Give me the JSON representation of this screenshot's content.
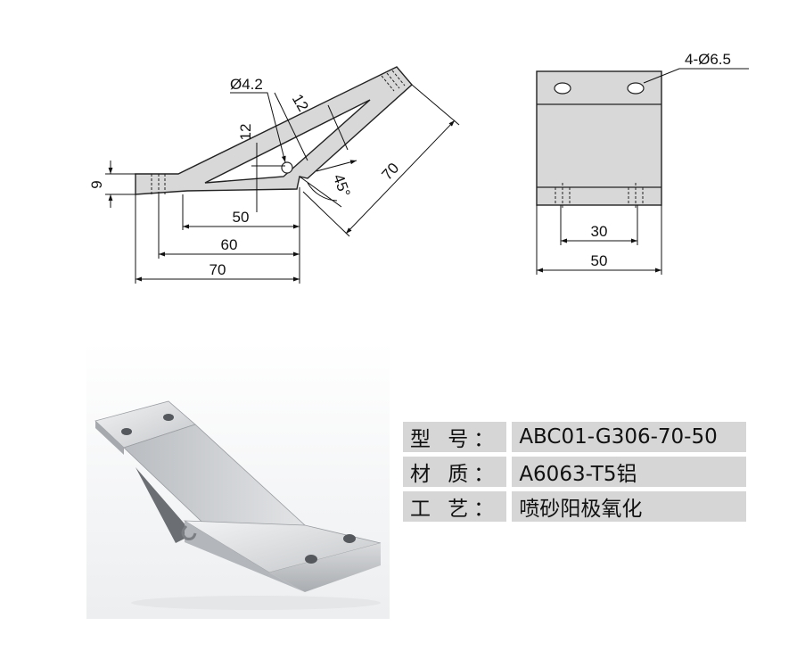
{
  "side_view": {
    "dims": {
      "hole": "Ø4.2",
      "slot_width": "12",
      "slot_height": "12",
      "thickness": "9",
      "angle": "45°",
      "arm_length": "70",
      "len_50": "50",
      "len_60": "60",
      "len_70": "70"
    }
  },
  "front_view": {
    "dims": {
      "holes": "4-Ø6.5",
      "hole_spacing": "30",
      "width": "50"
    }
  },
  "photo": {
    "alt": "45° aluminum angle bracket"
  },
  "specs": [
    {
      "key": "型 号：",
      "value": "ABC01-G306-70-50"
    },
    {
      "key": "材 质：",
      "value": "A6063-T5铝"
    },
    {
      "key": "工 艺：",
      "value": "喷砂阳极氧化"
    }
  ],
  "colors": {
    "part_fill": "#d8d8d8",
    "table_bg": "#d6d6d6"
  }
}
